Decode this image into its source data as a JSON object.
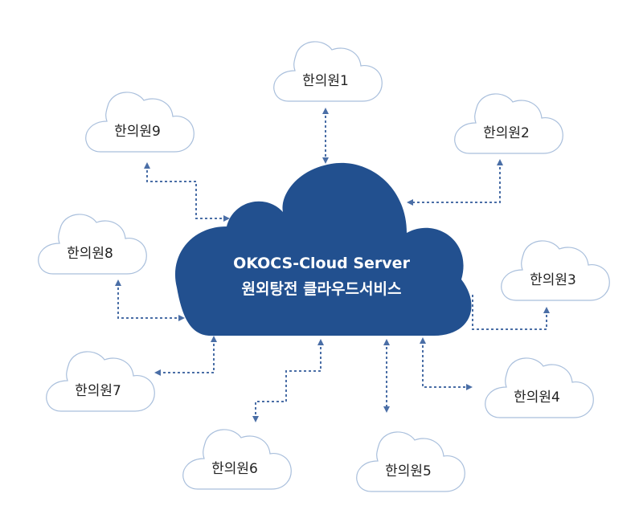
{
  "server": {
    "title": "OKOCS-Cloud Server",
    "subtitle": "원외탕전 클라우드서비스"
  },
  "nodes": [
    {
      "label": "한의원1"
    },
    {
      "label": "한의원2"
    },
    {
      "label": "한의원3"
    },
    {
      "label": "한의원4"
    },
    {
      "label": "한의원5"
    },
    {
      "label": "한의원6"
    },
    {
      "label": "한의원7"
    },
    {
      "label": "한의원8"
    },
    {
      "label": "한의원9"
    }
  ],
  "colors": {
    "server_fill": "#22508f",
    "connector": "#4a6ea6",
    "node_outline": "#a9bfdc"
  }
}
